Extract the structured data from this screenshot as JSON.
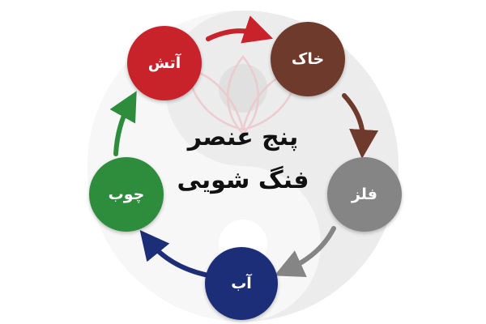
{
  "diagram": {
    "title_line1": "پنج عنصر",
    "title_line2": "فنگ شویی",
    "elements": [
      {
        "id": "fire",
        "label": "آتش",
        "color": "#c8232b"
      },
      {
        "id": "earth",
        "label": "خاک",
        "color": "#6e3a2c"
      },
      {
        "id": "metal",
        "label": "فلز",
        "color": "#858585"
      },
      {
        "id": "water",
        "label": "آب",
        "color": "#1d2e78"
      },
      {
        "id": "wood",
        "label": "چوب",
        "color": "#2e8d3c"
      }
    ],
    "cycle": [
      {
        "from": "fire",
        "to": "earth",
        "color": "#c8232b"
      },
      {
        "from": "earth",
        "to": "metal",
        "color": "#6e3a2c"
      },
      {
        "from": "metal",
        "to": "water",
        "color": "#858585"
      },
      {
        "from": "water",
        "to": "wood",
        "color": "#1d2e78"
      },
      {
        "from": "wood",
        "to": "fire",
        "color": "#2e8d3c"
      }
    ]
  }
}
